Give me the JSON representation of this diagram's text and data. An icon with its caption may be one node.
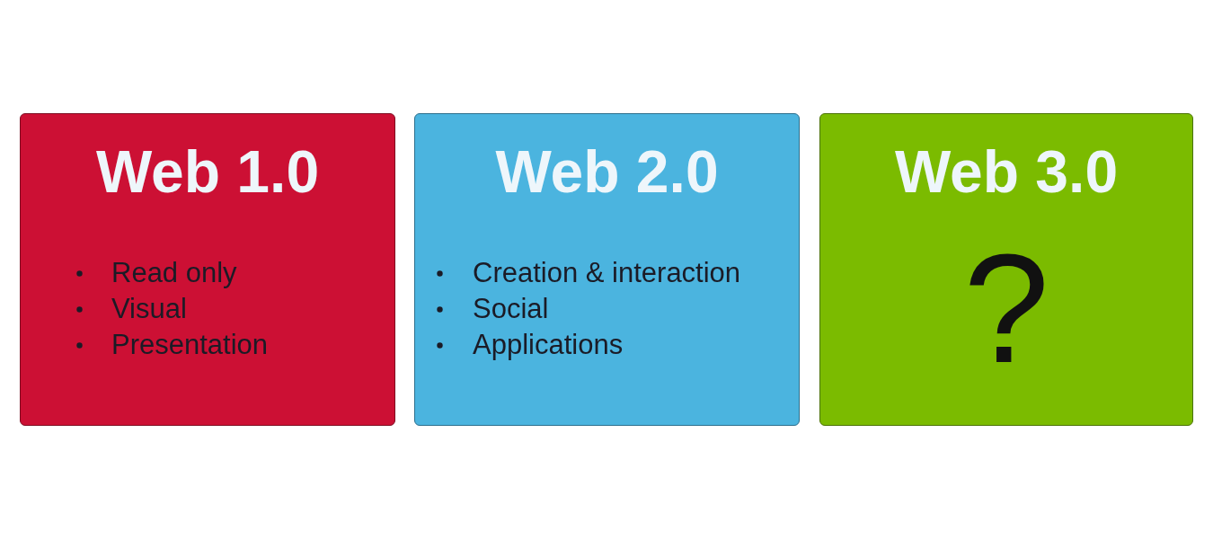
{
  "diagram": {
    "nodes": [
      {
        "text": [
          "Web 1.0",
          "Read only",
          "Visual",
          "Presentation"
        ]
      },
      {
        "text": [
          "Web 2.0",
          "Creation & interaction",
          "Social",
          "Applications"
        ]
      },
      {
        "text": [
          "Web 3.0",
          "?"
        ]
      }
    ]
  }
}
